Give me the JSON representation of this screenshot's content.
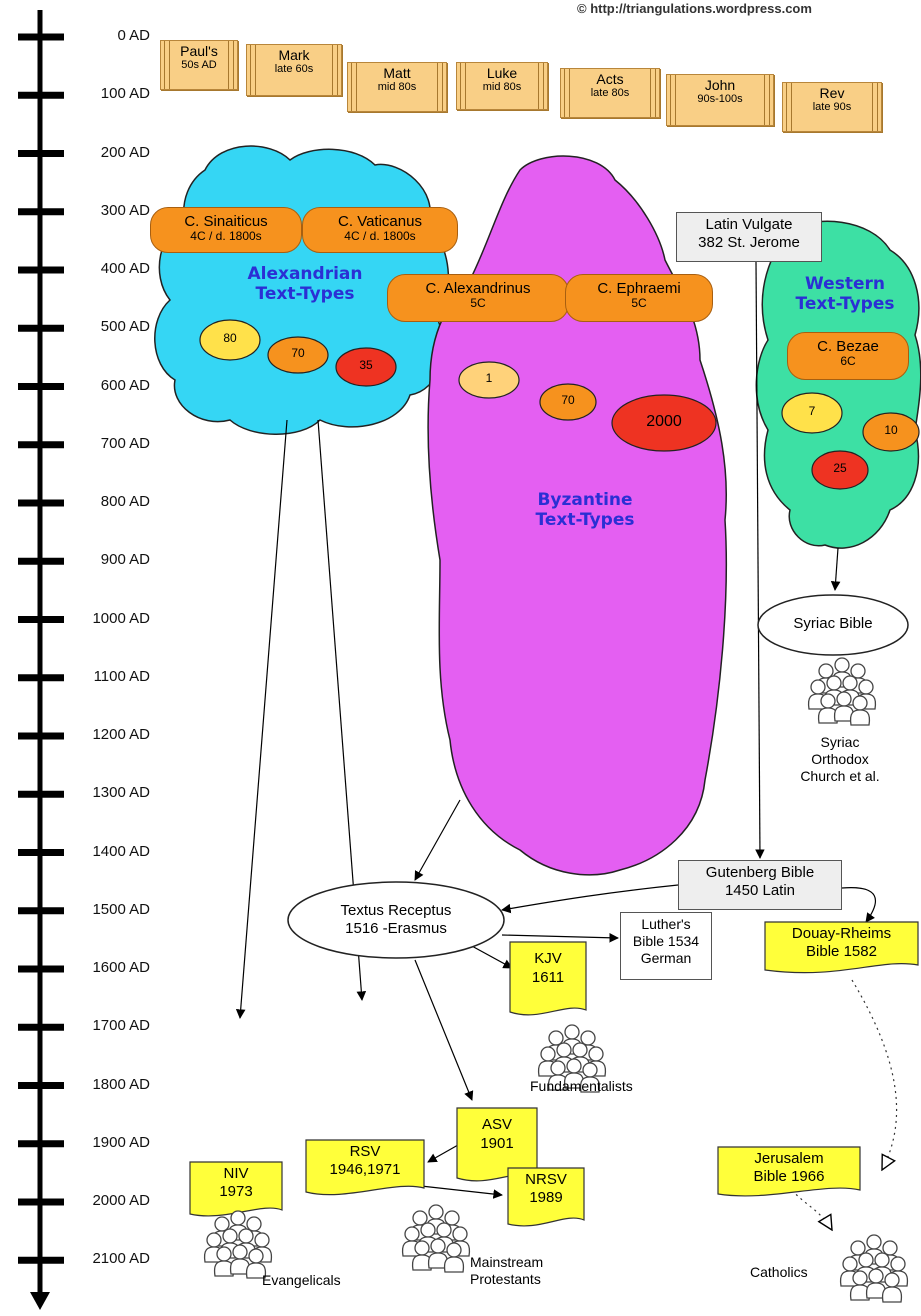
{
  "credit": "© http://triangulations.wordpress.com",
  "timeline": {
    "ticks": [
      "0 AD",
      "100 AD",
      "200 AD",
      "300 AD",
      "400 AD",
      "500 AD",
      "600 AD",
      "700 AD",
      "800 AD",
      "900 AD",
      "1000 AD",
      "1100 AD",
      "1200 AD",
      "1300 AD",
      "1400 AD",
      "1500 AD",
      "1600 AD",
      "1700 AD",
      "1800 AD",
      "1900 AD",
      "2000 AD",
      "2100 AD"
    ]
  },
  "books": [
    {
      "name": "Paul's",
      "date": "50s AD"
    },
    {
      "name": "Mark",
      "date": "late 60s"
    },
    {
      "name": "Matt",
      "date": "mid 80s"
    },
    {
      "name": "Luke",
      "date": "mid 80s"
    },
    {
      "name": "Acts",
      "date": "late 80s"
    },
    {
      "name": "John",
      "date": "90s-100s"
    },
    {
      "name": "Rev",
      "date": "late 90s"
    }
  ],
  "families": {
    "alexandrian": {
      "line1": "Alexandrian",
      "line2": "Text-Types",
      "color": "#35d6f4",
      "counts": [
        "80",
        "70",
        "35"
      ]
    },
    "byzantine": {
      "line1": "Byzantine",
      "line2": "Text-Types",
      "color": "#e45ff2",
      "counts": [
        "1",
        "70",
        "2000"
      ]
    },
    "western": {
      "line1": "Western",
      "line2": "Text-Types",
      "color": "#3de0a4",
      "counts": [
        "7",
        "10",
        "25"
      ]
    }
  },
  "codices": {
    "sinaiticus": {
      "name": "C. Sinaiticus",
      "date": "4C / d. 1800s"
    },
    "vaticanus": {
      "name": "C. Vaticanus",
      "date": "4C / d. 1800s"
    },
    "alexandrinus": {
      "name": "C. Alexandrinus",
      "date": "5C"
    },
    "ephraemi": {
      "name": "C. Ephraemi",
      "date": "5C"
    },
    "bezae": {
      "name": "C. Bezae",
      "date": "6C"
    }
  },
  "vulgate": {
    "line1": "Latin Vulgate",
    "line2": "382 St. Jerome"
  },
  "syriac": {
    "bible": "Syriac Bible",
    "church": [
      "Syriac",
      "Orthodox",
      "Church et al."
    ]
  },
  "gutenberg": {
    "line1": "Gutenberg Bible",
    "line2": "1450 Latin"
  },
  "textus": {
    "line1": "Textus  Receptus",
    "line2": "1516 -Erasmus"
  },
  "luther": {
    "line1": "Luther's",
    "line2": "Bible 1534",
    "line3": "German"
  },
  "translations": {
    "douay": {
      "line1": "Douay-Rheims",
      "line2": "Bible 1582"
    },
    "kjv": {
      "line1": "KJV",
      "line2": "1611"
    },
    "asv": {
      "line1": "ASV",
      "line2": "1901"
    },
    "rsv": {
      "line1": "RSV",
      "line2": "1946,1971"
    },
    "niv": {
      "line1": "NIV",
      "line2": "1973"
    },
    "nrsv": {
      "line1": "NRSV",
      "line2": "1989"
    },
    "jerusalem": {
      "line1": "Jerusalem",
      "line2": "Bible 1966"
    }
  },
  "groups": {
    "fundamentalists": "Fundamentalists",
    "mainstream": [
      "Mainstream",
      "Protestants"
    ],
    "evangelicals": "Evangelicals",
    "catholics": "Catholics"
  },
  "colors": {
    "book": "#f9cf86",
    "codex": "#f6921e",
    "doc": "#ffff3a",
    "family_label": "#2b2fd4",
    "ellipse_yellow": "#ffe14a",
    "ellipse_orange": "#f6921e",
    "ellipse_red": "#ee3322",
    "ellipse_light": "#ffd27a"
  }
}
